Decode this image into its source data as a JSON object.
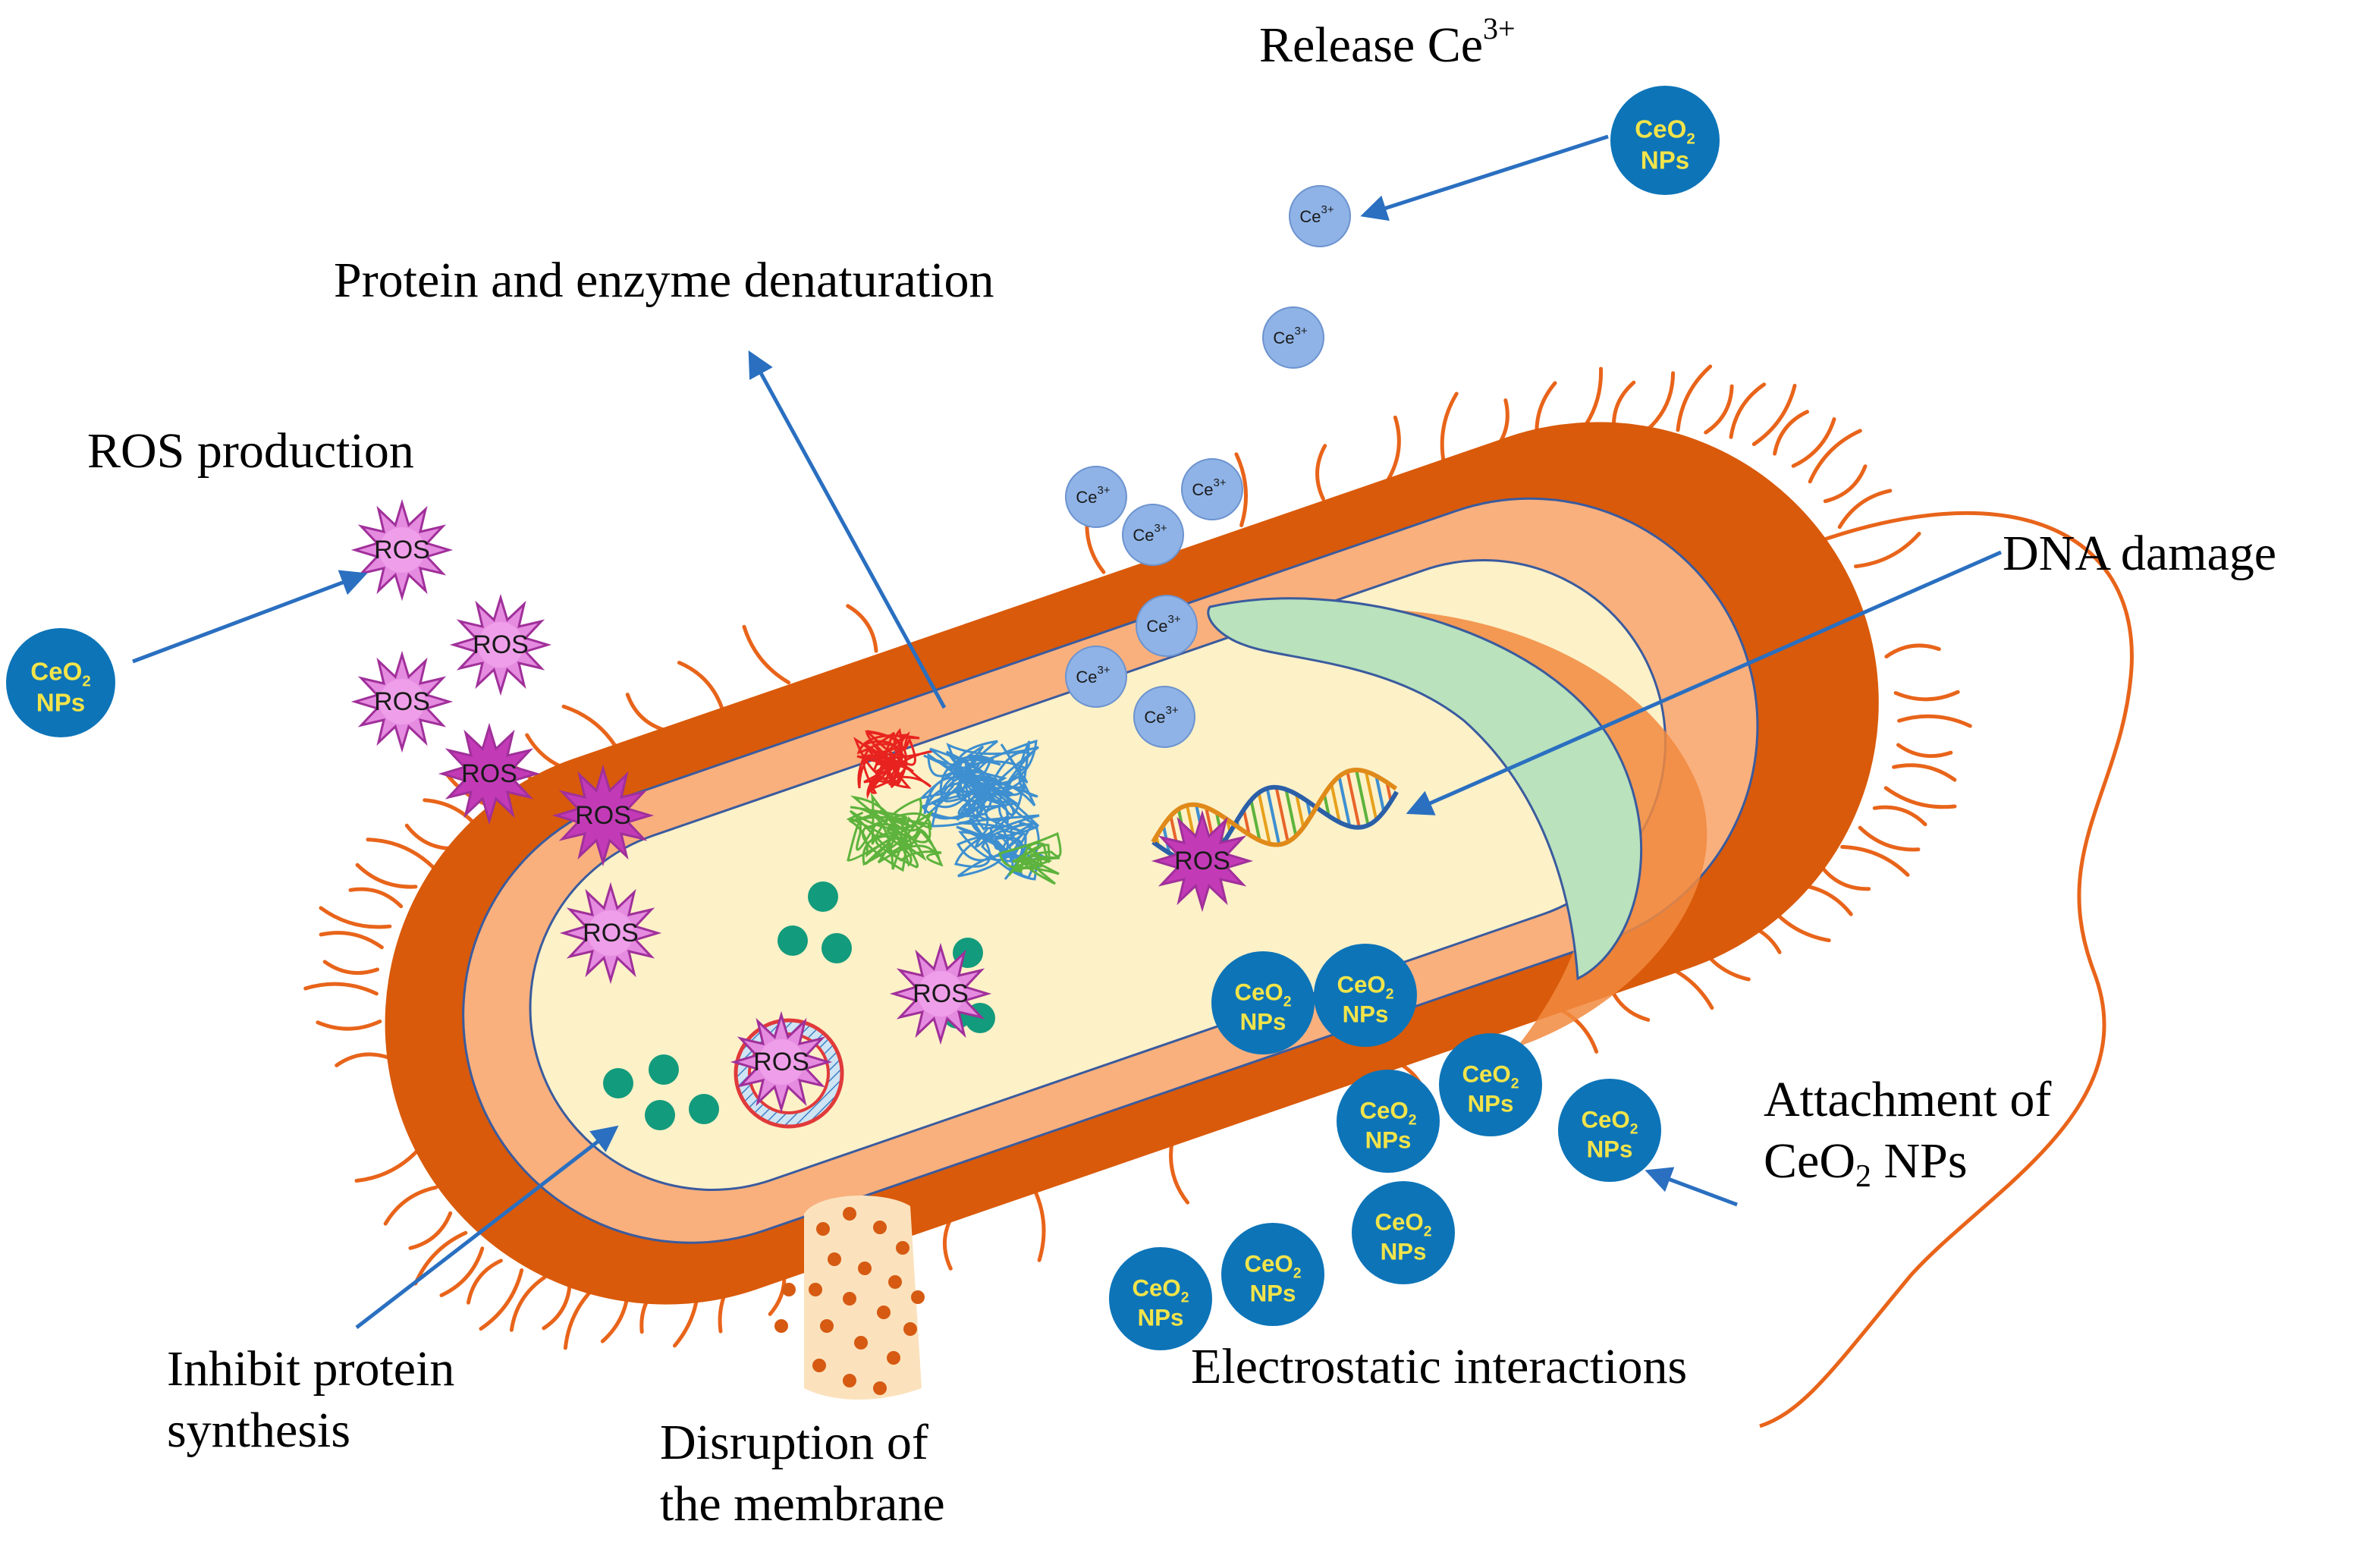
{
  "labels": {
    "release": "Release Ce",
    "release_sup": "3+",
    "protein_denat": "Protein and enzyme denaturation",
    "ros_production": "ROS production",
    "dna_damage": "DNA damage",
    "attachment_1": "Attachment of",
    "attachment_2a": "CeO",
    "attachment_2sub": "2",
    "attachment_2b": " NPs",
    "electrostatic": "Electrostatic interactions",
    "inhibit_1": "Inhibit protein",
    "inhibit_2": "synthesis",
    "disruption_1": "Disruption of",
    "disruption_2": "the membrane"
  },
  "particle": {
    "ceo2_line1": "CeO",
    "ceo2_sub": "2",
    "ceo2_line2": "NPs",
    "ros": "ROS",
    "ce_ion": "Ce",
    "ce_ion_sup": "3+"
  },
  "colors": {
    "outer_wall": "#d95a0a",
    "periplasm": "#f9b07d",
    "cytoplasm": "#fdf1c8",
    "flagella": "#e8641a",
    "nucleoid": "#b9e2bd",
    "np_fill": "#0d74b8",
    "np_text": "#f2e44a",
    "ros_fill": "#e58be0",
    "ce_fill": "#8fb3e6",
    "ribosome": "#129b7c",
    "arrow": "#2a6fc0"
  }
}
